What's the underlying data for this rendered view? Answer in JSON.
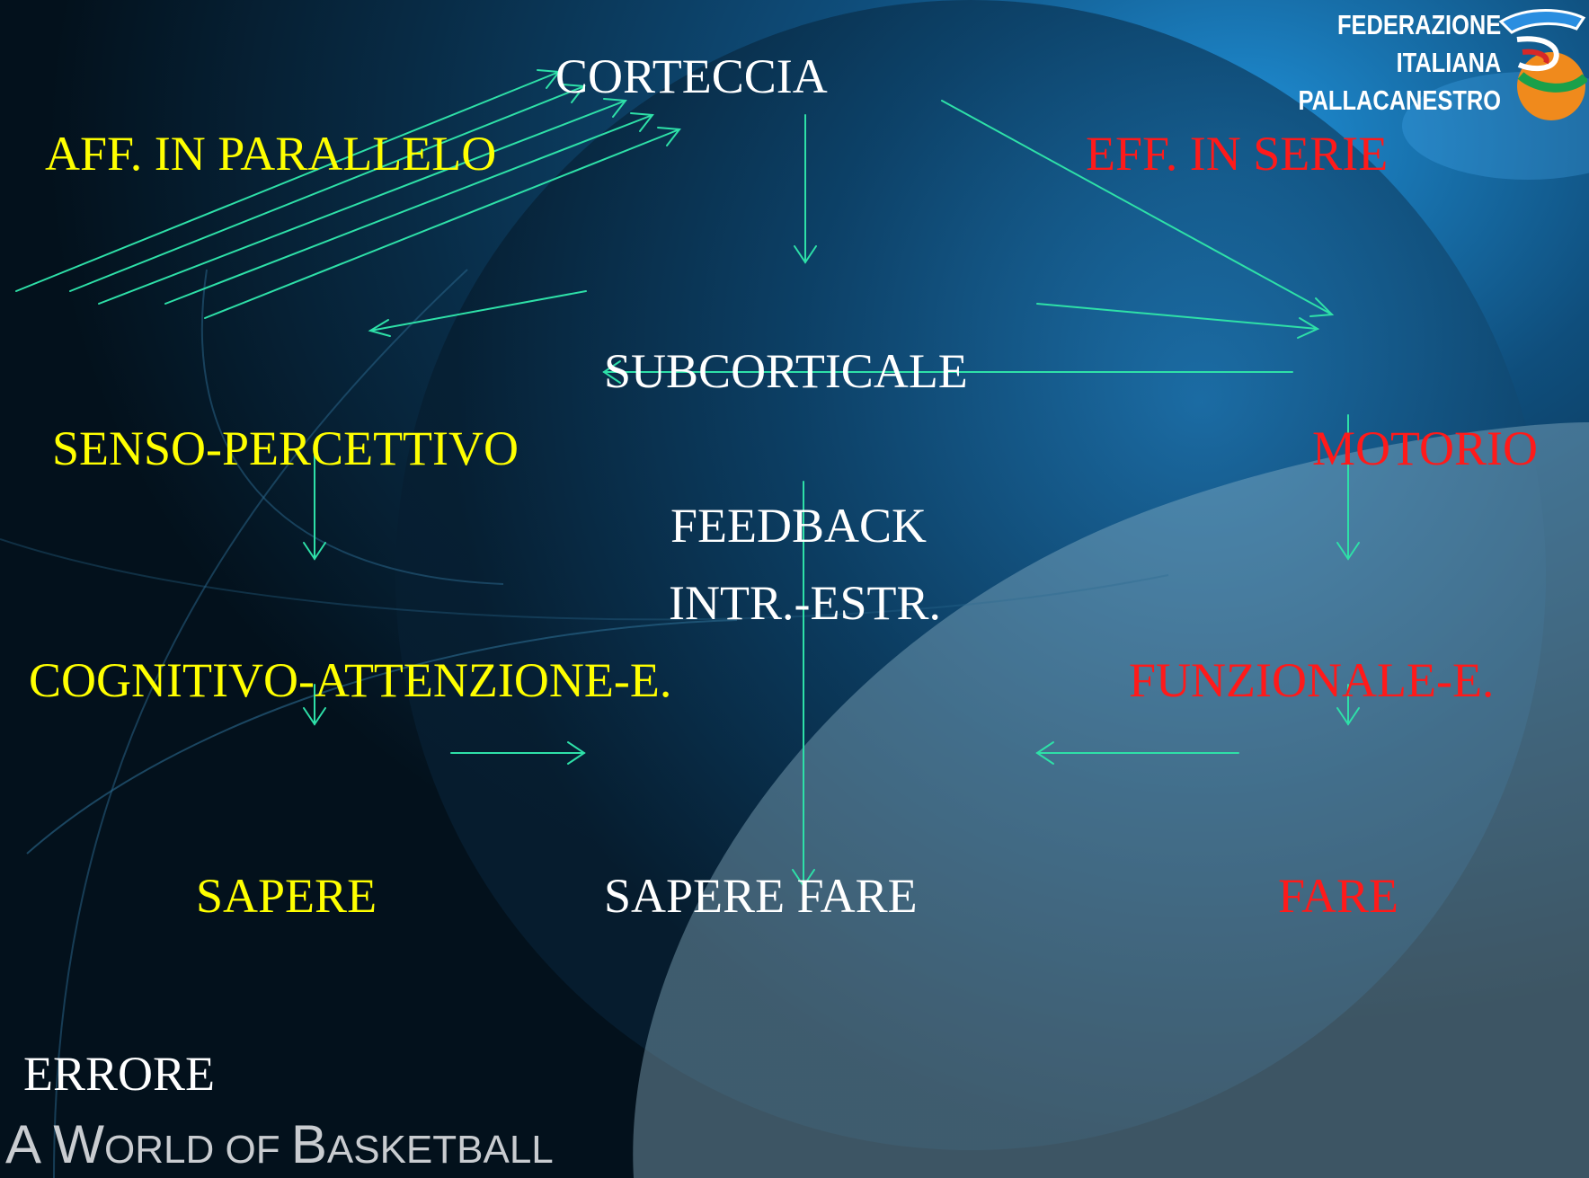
{
  "nodes": {
    "corteccia": "CORTECCIA",
    "aff_parallelo": "AFF. IN PARALLELO",
    "eff_serie": "EFF. IN SERIE",
    "subcorticale": "SUBCORTICALE",
    "senso_percettivo": "SENSO-PERCETTIVO",
    "motorio": "MOTORIO",
    "feedback": "FEEDBACK",
    "intr_estr": "INTR.-ESTR.",
    "cognitivo": "COGNITIVO-ATTENZIONE-E.",
    "funzionale": "FUNZIONALE-E.",
    "sapere": "SAPERE",
    "sapere_fare": "SAPERE FARE",
    "fare": "FARE",
    "errore": "ERRORE"
  },
  "logo": {
    "line1": "FEDERAZIONE",
    "line2": "ITALIANA",
    "line3": "PALLACANESTRO"
  },
  "tagline": {
    "a": "A ",
    "w": "W",
    "orld": "ORLD",
    "of": " OF ",
    "b": "B",
    "asketball": "ASKETBALL"
  },
  "colors": {
    "white_text": "#ffffff",
    "yellow_text": "#ffff00",
    "red_text": "#ff1a1a",
    "arrow": "#2ee0a8"
  }
}
